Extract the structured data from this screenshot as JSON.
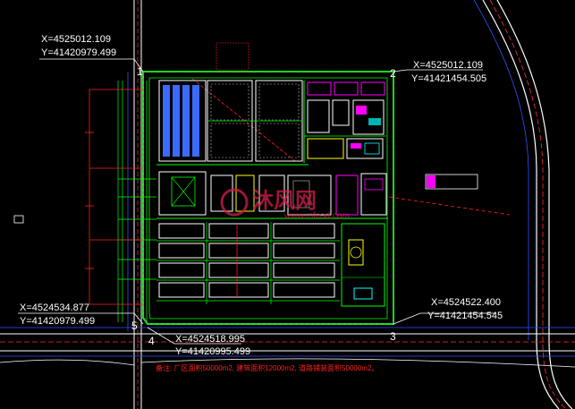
{
  "corners": {
    "c1": {
      "x_label": "X=4525012.109",
      "y_label": "Y=41420979.499",
      "number": "1"
    },
    "c2": {
      "x_label": "X=4525012.109",
      "y_label": "Y=41421454.505",
      "number": "2"
    },
    "c3": {
      "x_label": "X=4524522.400",
      "y_label": "Y=41421454.545",
      "number": "3"
    },
    "c4": {
      "x_label": "X=4524518.995",
      "y_label": "Y=41420995.499",
      "number": "4"
    },
    "c5": {
      "x_label": "X=4524534.877",
      "y_label": "Y=41420979.499",
      "number": "5"
    }
  },
  "note": "备注: 厂区面积50000m2, 建筑面积12000m2, 道路铺装面积50000m2。",
  "watermark": {
    "brand": "沐风网",
    "url": "www.mfcad.com"
  },
  "colors": {
    "background": "#000000",
    "site_boundary": "#00ff00",
    "road": "#ffffff",
    "dimension": "#ff0000",
    "building": "#ffffff",
    "accent": "#ff00ff"
  }
}
